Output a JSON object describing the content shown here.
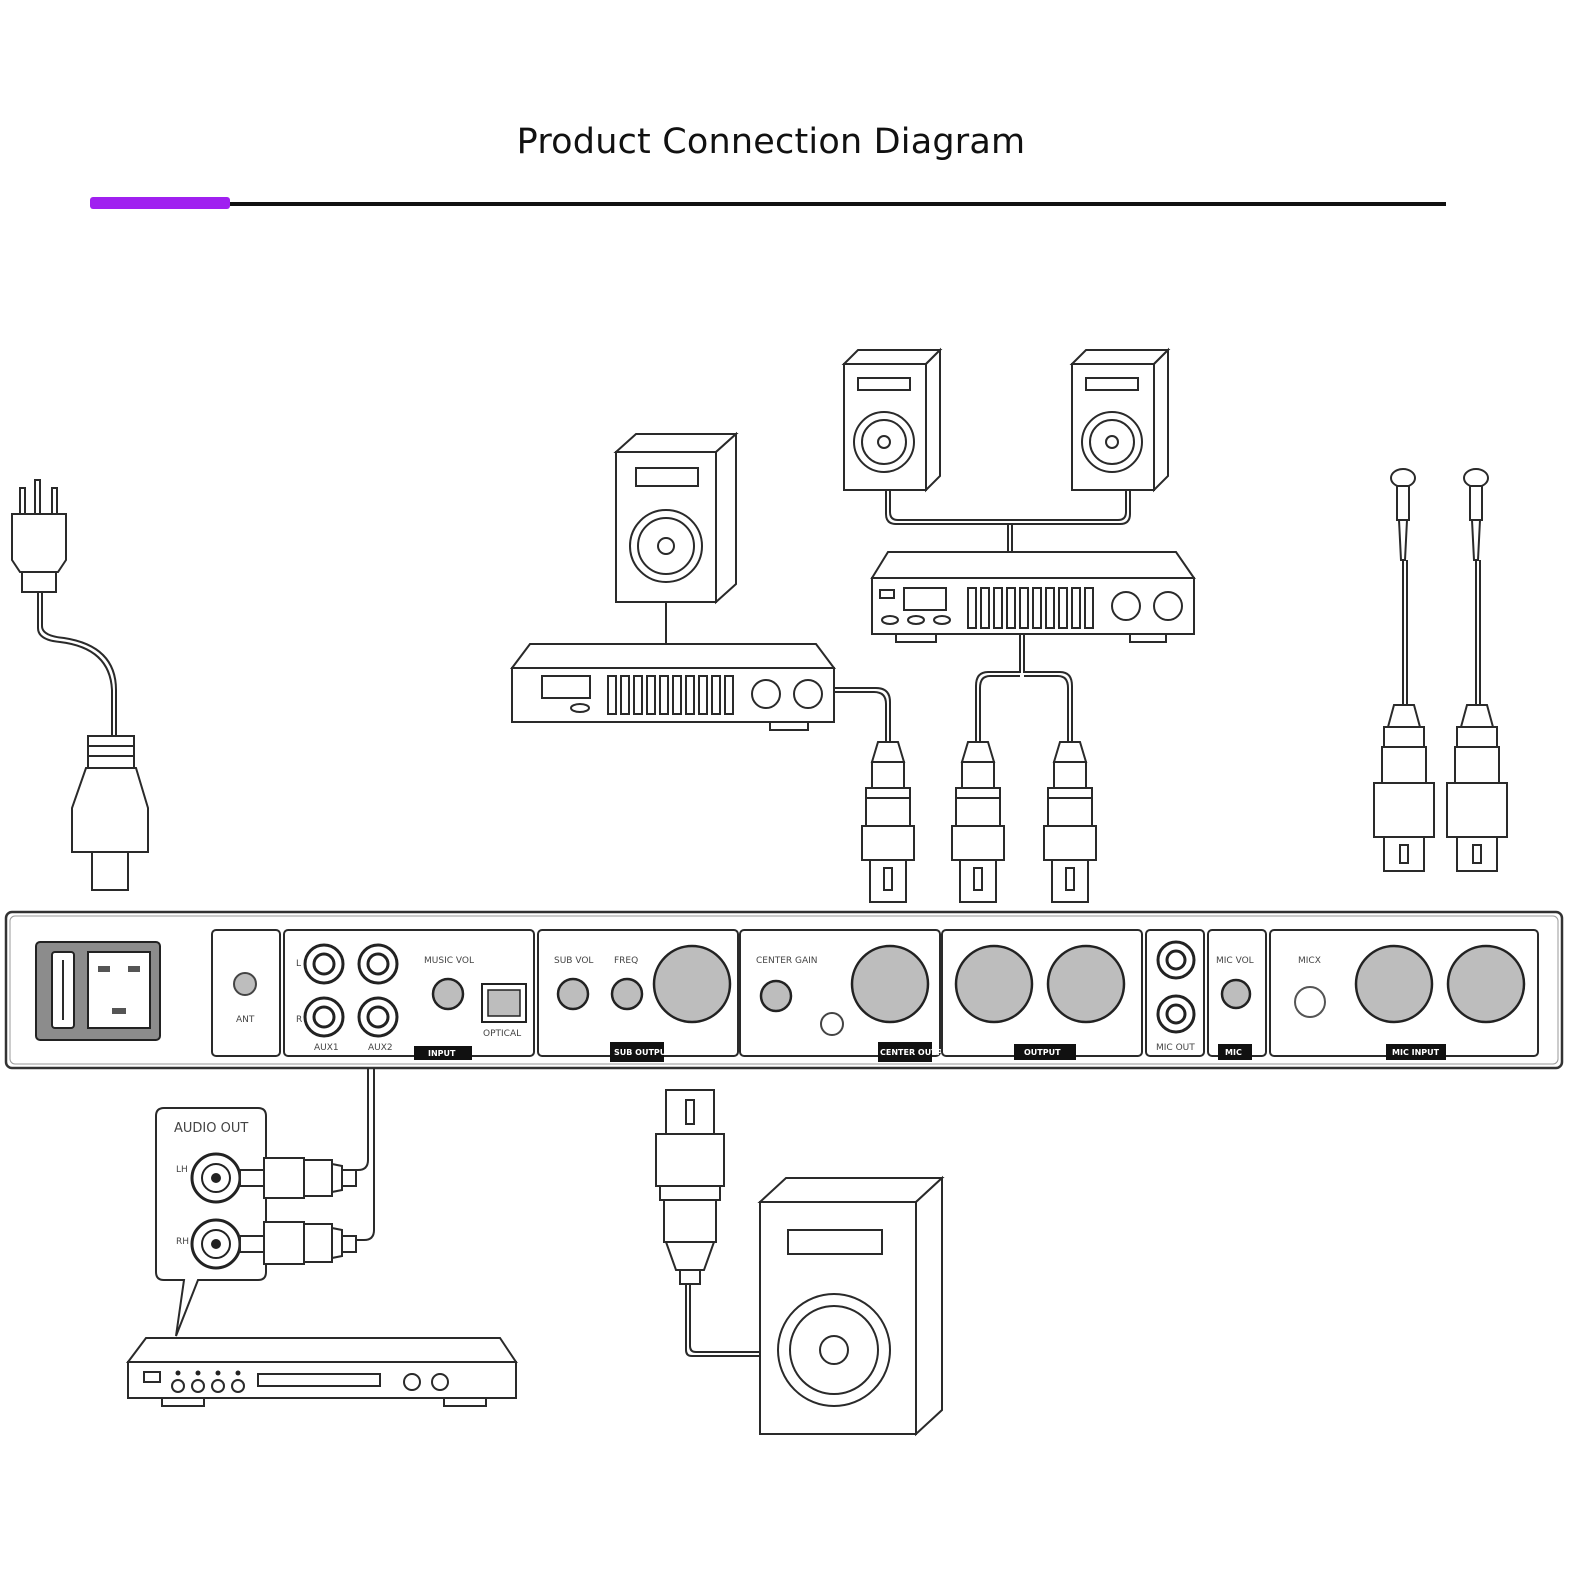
{
  "title": "Product Connection Diagram",
  "accent_color": "#a020f0",
  "rule_color": "#111111",
  "panel": {
    "ant": "ANT",
    "music_vol": "MUSIC VOL",
    "l": "L",
    "r": "R",
    "aux1": "AUX1",
    "aux2": "AUX2",
    "optical": "OPTICAL",
    "input": "INPUT",
    "sub_vol": "SUB VOL",
    "freq": "FREQ",
    "sub_output": "SUB OUTPUT",
    "center_gain": "CENTER GAIN",
    "center_output": "CENTER OUTPUT",
    "output": "OUTPUT",
    "mic_out": "MIC OUT",
    "mic_vol": "MIC VOL",
    "mic": "MIC",
    "mic_knob": "MICX",
    "mic_input": "MIC INPUT"
  },
  "audio_out": "AUDIO OUT"
}
